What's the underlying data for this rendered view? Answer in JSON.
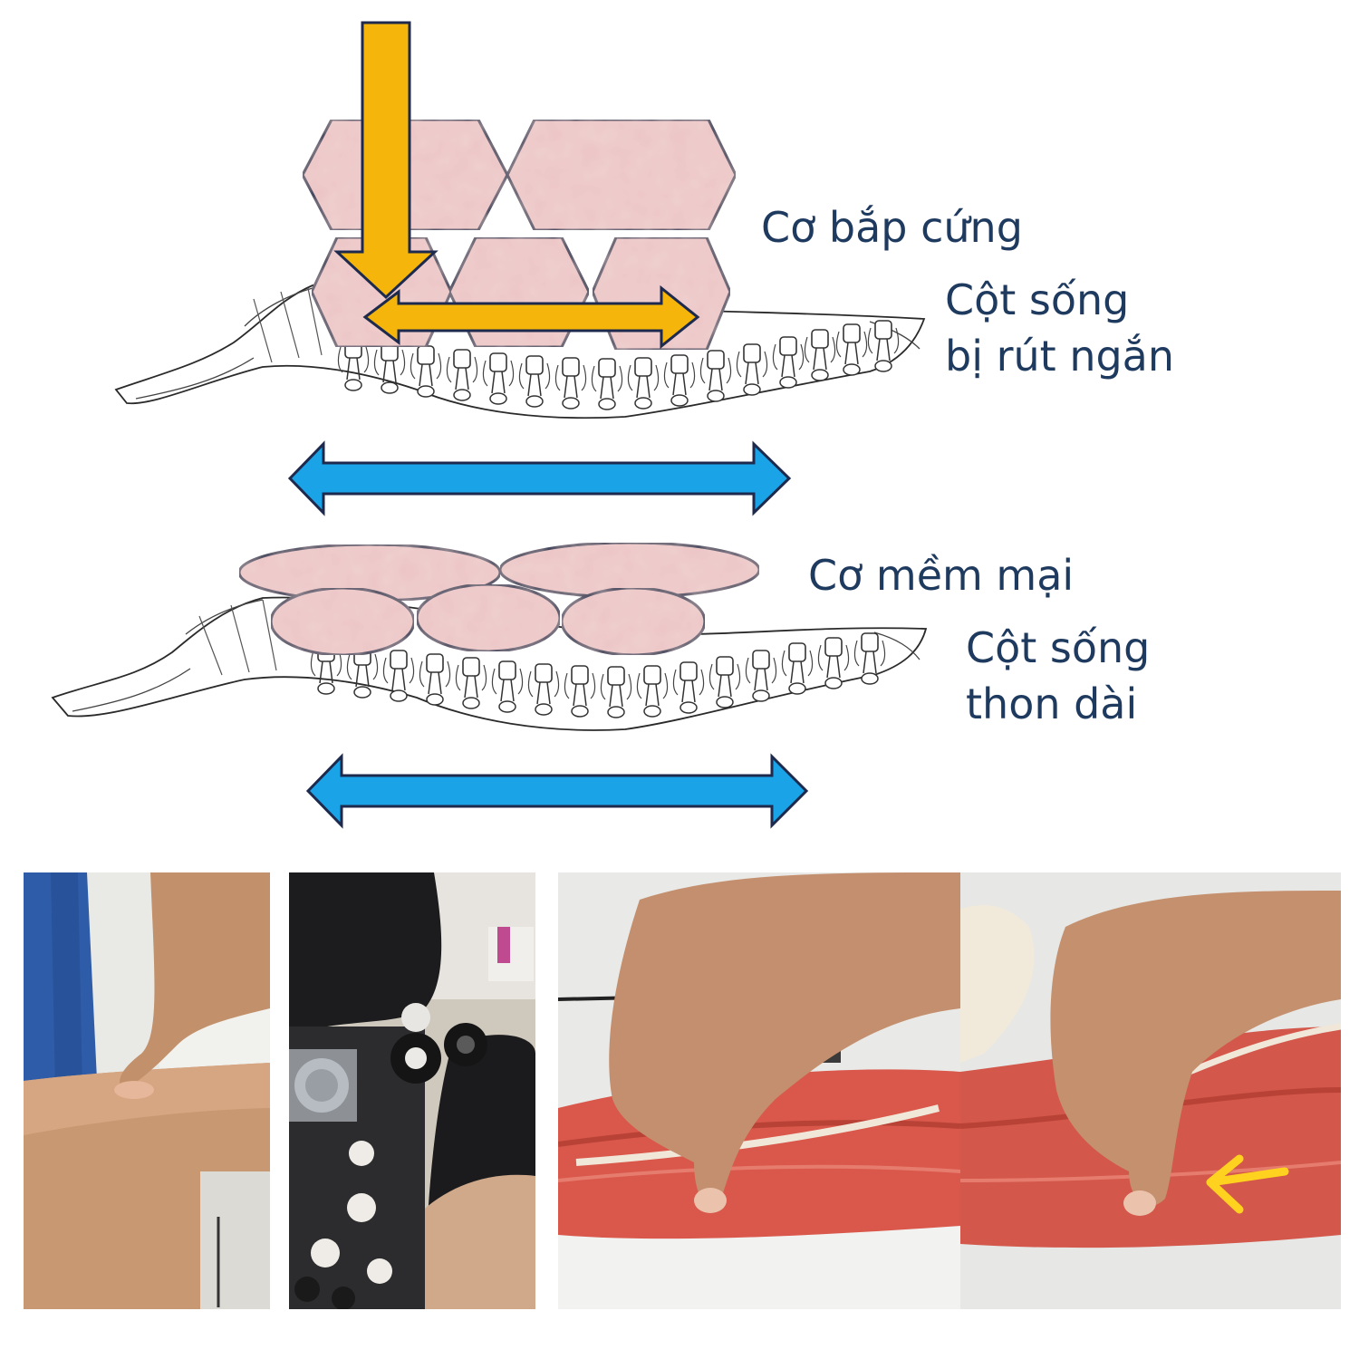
{
  "labels": {
    "stiff_muscle": "Cơ bắp cứng",
    "spine_short_line1": "Cột sống",
    "spine_short_line2": "bị rút ngắn",
    "soft_muscle": "Cơ mềm mại",
    "spine_long_line1": "Cột sống",
    "spine_long_line2": "thon dài"
  },
  "colors": {
    "muscle_fill": "#ecc5c5",
    "outline": "#1d2a4d",
    "force_arrow": "#f5b50a",
    "length_arrow": "#1aa3e6",
    "text": "#1f3a5f"
  }
}
